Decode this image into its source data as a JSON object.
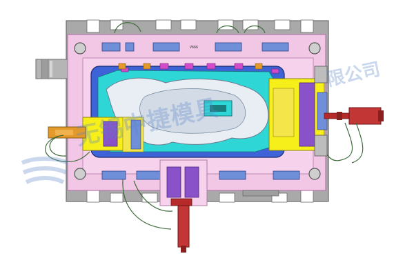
{
  "drawing": {
    "type": "mold-plan-view",
    "plate_label": "V666",
    "colors": {
      "base_plate": "#a9a9a9",
      "plate_edge": "#6b6b6b",
      "clamp_plate": "#f2c7e6",
      "clamp_edge": "#b07aa6",
      "cavity": "#3d63d6",
      "insert_cyan": "#2fd6d6",
      "part_white": "#e8eef4",
      "slider_yellow": "#f6ef1a",
      "slider_purple": "#8a52c8",
      "cylinder_red": "#b72a2a",
      "hose_green": "#3f6b3b",
      "orange_lifter": "#e39a2a",
      "slot_blue": "#6f8fd8",
      "magenta_block": "#d14cc8"
    }
  },
  "watermark": {
    "left_text": "无锡中捷模具",
    "right_text": "限公司",
    "logo": "company-logo"
  }
}
